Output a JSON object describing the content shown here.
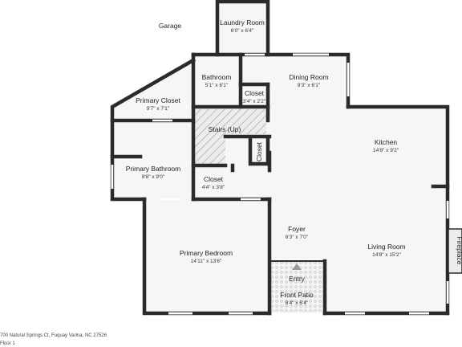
{
  "rooms": {
    "garage": {
      "name": "Garage"
    },
    "laundry": {
      "name": "Laundry Room",
      "dim": "6'0\" x 6'4\""
    },
    "bathroom": {
      "name": "Bathroom",
      "dim": "5'1\" x 6'1\""
    },
    "dining": {
      "name": "Dining Room",
      "dim": "9'3\" x 6'1\""
    },
    "closet_a": {
      "name": "Closet",
      "dim": "3'4\" x 2'2\""
    },
    "primary_closet": {
      "name": "Primary Closet",
      "dim": "9'7\" x 7'1\""
    },
    "stairs": {
      "name": "Stairs (Up)"
    },
    "closet_b": {
      "name": "Closet"
    },
    "kitchen": {
      "name": "Kitchen",
      "dim": "14'8\" x 9'2\""
    },
    "primary_bath": {
      "name": "Primary Bathroom",
      "dim": "9'8\" x 9'0\""
    },
    "closet_c": {
      "name": "Closet",
      "dim": "4'4\" x 3'8\""
    },
    "foyer": {
      "name": "Foyer",
      "dim": "6'3\" x 7'0\""
    },
    "primary_bed": {
      "name": "Primary Bedroom",
      "dim": "14'11\" x 13'6\""
    },
    "living": {
      "name": "Living Room",
      "dim": "14'8\" x 15'2\""
    },
    "entry": {
      "name": "Entry"
    },
    "front_patio": {
      "name": "Front Patio",
      "dim": "6'4\" x 6'4\""
    },
    "fireplace": {
      "name": "Fireplace"
    }
  },
  "footer": {
    "address": "700 Natural Springs Ct, Fuquay Varina, NC 27526",
    "floor": "Floor 1"
  }
}
